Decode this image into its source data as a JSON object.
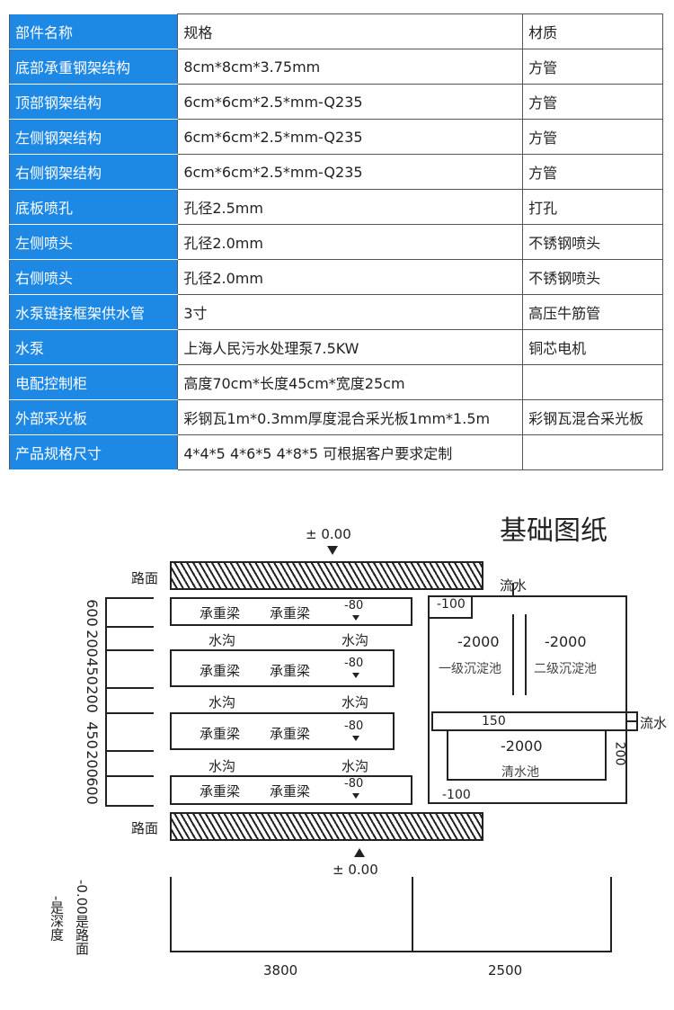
{
  "spec_table": {
    "header": [
      "部件名称",
      "规格",
      "材质"
    ],
    "rows": [
      [
        "底部承重钢架结构",
        "8cm*8cm*3.75mm",
        "方管"
      ],
      [
        "顶部钢架结构",
        "6cm*6cm*2.5*mm-Q235",
        "方管"
      ],
      [
        "左侧钢架结构",
        "6cm*6cm*2.5*mm-Q235",
        "方管"
      ],
      [
        "右侧钢架结构",
        "6cm*6cm*2.5*mm-Q235",
        "方管"
      ],
      [
        "底板喷孔",
        "孔径2.5mm",
        "打孔"
      ],
      [
        "左侧喷头",
        "孔径2.0mm",
        "不锈钢喷头"
      ],
      [
        "右侧喷头",
        "孔径2.0mm",
        "不锈钢喷头"
      ],
      [
        "水泵链接框架供水管",
        "3寸",
        "高压牛筋管"
      ],
      [
        "水泵",
        "上海人民污水处理泵7.5KW",
        "铜芯电机"
      ],
      [
        "电配控制柜",
        "高度70cm*长度45cm*宽度25cm",
        ""
      ],
      [
        "外部采光板",
        "彩钢瓦1m*0.3mm厚度混合采光板1mm*1.5m",
        "彩钢瓦混合采光板"
      ],
      [
        "产品规格尺寸",
        "4*4*5   4*6*5    4*8*5   可根据客户要求定制",
        ""
      ]
    ]
  },
  "drawing": {
    "title": "基础图纸",
    "level_top": "± 0.00",
    "level_bottom": "± 0.00",
    "road": "路面",
    "beam": "承重梁",
    "ditch": "水沟",
    "depth_80": "-80",
    "flow": "流水",
    "dim_vertical": [
      "600",
      "200",
      "450",
      "200",
      "450",
      "200",
      "600"
    ],
    "tank1_depth": "-2000",
    "tank1_name": "一级沉淀池",
    "tank2_depth": "-2000",
    "tank2_name": "二级沉淀池",
    "tank3_depth": "-2000",
    "tank3_name": "清水池",
    "minus100_top": "-100",
    "minus100_bottom": "-100",
    "dim_150": "150",
    "dim_200_right": "200",
    "bottom_dim_left": "3800",
    "bottom_dim_right": "2500",
    "note_road": "-0.00是路面",
    "note_depth": "-是深度"
  }
}
